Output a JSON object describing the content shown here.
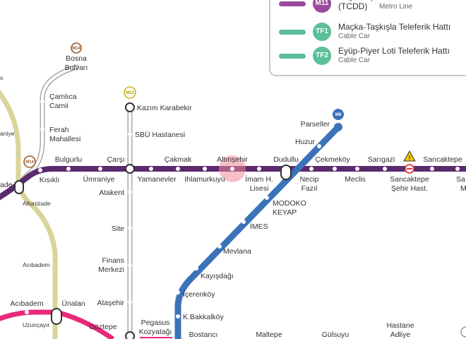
{
  "colors": {
    "m4": "#5b2a6e",
    "m5": "#3b73b9",
    "m14": "#d9d49a",
    "m12": "#a8a8a8",
    "marmaray": "#e8297b",
    "cable": "#5bbf98",
    "m11": "#9a4a9e",
    "highlight": "#f08a9a"
  },
  "legend": {
    "m11": {
      "badge": "M11",
      "name": "Gayrettepe-İstanbul Hvl.-Arnavutköy (TCDD)",
      "type": "Metro Line",
      "color": "#9a4a9e"
    },
    "tf1": {
      "badge": "TF1",
      "name": "Maçka-Taşkışla Teleferik Hattı",
      "type": "Cable Car",
      "color": "#5bbf98"
    },
    "tf2": {
      "badge": "TF2",
      "name": "Eyüp-Piyer Loti Teleferik Hattı",
      "type": "Cable Car",
      "color": "#5bbf98"
    }
  },
  "badges": {
    "m14_top": "M14",
    "m14_mid": "M14",
    "m12": "M12",
    "m8": "M8"
  },
  "stations": {
    "bosna_bulvari": [
      "Bosna",
      "Bulvarı"
    ],
    "camlica_camii": [
      "Çamlıca",
      "Camii"
    ],
    "ferah_mahallesi": [
      "Ferah",
      "Mahallesi"
    ],
    "kazim_karabekir": "Kazım Karabekir",
    "sbu_hastanesi": "SBÜ Hastanesi",
    "bulgurlu": "Bulgurlu",
    "carsi": "Çarşı",
    "cakmak": "Çakmak",
    "altinsehir": "Altınşehir",
    "dudullu": "Dudullu",
    "cekmekoy": "Çekmeköy",
    "sarigazi": "Sarıgazi",
    "sancaktepe": "Sancaktepe",
    "parseller": "Parseller",
    "huzur": "Huzur",
    "kisikli": "Kısıklı",
    "umraniye": "Ümraniye",
    "yamanevler": "Yamanevler",
    "ihlamurkuyu": "Ihlamurkuyu",
    "imam_hatip": [
      "İmam H.",
      "Lisesi"
    ],
    "necip_fazil": [
      "Necip",
      "Fazıl"
    ],
    "meclis": "Meclis",
    "sancaktepe_hast": [
      "Sancaktepe",
      "Şehir Hast."
    ],
    "altunizade": "Altunizade",
    "atakent": "Atakent",
    "site": "Site",
    "finans_merkezi": [
      "Finans",
      "Merkezi"
    ],
    "atasehir": "Ataşehir",
    "modoko": [
      "MODOKO",
      "KEYAP"
    ],
    "imes": "İMES",
    "mevlana": "Mevlana",
    "kayisdagi": "Kayışdağı",
    "icerenkoy": "İçerenköy",
    "k_bakkalkoy": "K.Bakkalköy",
    "acibadem_m": "Acıbadem",
    "acibadem": "Acıbadem",
    "unalan": "Ünalan",
    "uzuncayir": "Uzunçayır",
    "goztepe": "Göztepe",
    "pegasus": [
      "Pegasus",
      "Kozyatağı"
    ],
    "bostanci": "Bostancı",
    "maltepe": "Maltepe",
    "gulsuyu": "Gülsuyu",
    "hastane_adliye": [
      "Hastane",
      "Adliye"
    ],
    "cut_sa": "Sa",
    "cut_m": "M",
    "cut_ade": "ade",
    "cut_s": "s",
    "cut_aniye": "aniye"
  }
}
